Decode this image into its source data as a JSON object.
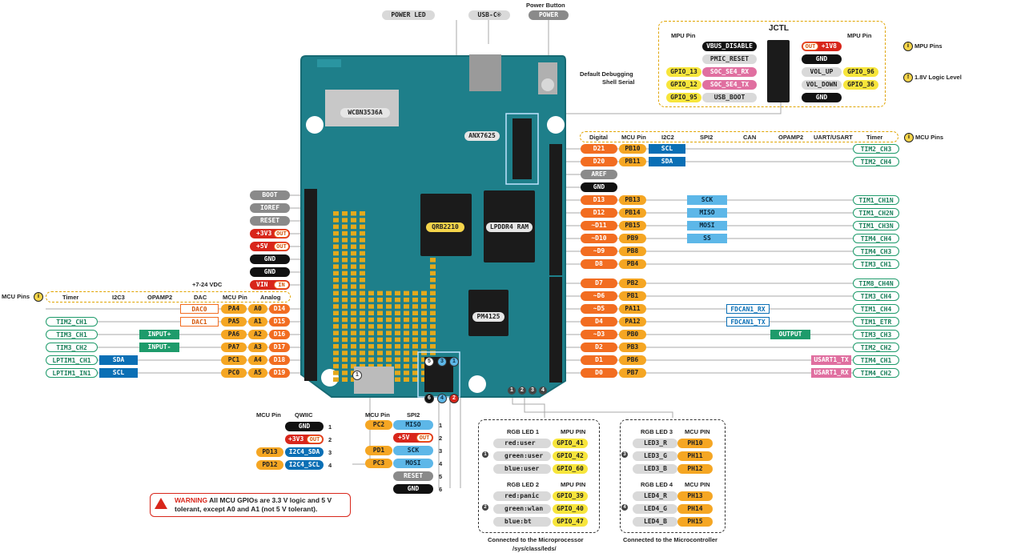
{
  "top": {
    "power_led": "POWER LED",
    "usb_c": "USB-C®",
    "power_button_title": "Power Button",
    "power": "POWER"
  },
  "jctl": {
    "title": "JCTL",
    "mpu_pin_left": "MPU Pin",
    "mpu_pin_right": "MPU Pin",
    "debug_label_1": "Default Debugging",
    "debug_label_2": "Shell Serial",
    "left": [
      {
        "pin": "",
        "fn": "VBUS_DISABLE"
      },
      {
        "pin": "",
        "fn": "PMIC_RESET"
      },
      {
        "pin": "GPIO_13",
        "fn": "SOC_SE4_RX"
      },
      {
        "pin": "GPIO_12",
        "fn": "SOC_SE4_TX"
      },
      {
        "pin": "GPIO_95",
        "fn": "USB_BOOT"
      }
    ],
    "right": [
      {
        "fn": "+1V8",
        "out": "OUT",
        "pin": ""
      },
      {
        "fn": "GND",
        "pin": ""
      },
      {
        "fn": "VOL_UP",
        "pin": "GPIO_96"
      },
      {
        "fn": "VOL_DOWN",
        "pin": "GPIO_36"
      },
      {
        "fn": "GND",
        "pin": ""
      }
    ],
    "mpu_pins_legend": "MPU Pins",
    "logic_legend": "1.8V Logic Level"
  },
  "right_header": {
    "cols": [
      "Digital",
      "MCU Pin",
      "I2C2",
      "SPI2",
      "CAN",
      "OPAMP2",
      "UART/USART",
      "Timer"
    ],
    "legend": "MCU Pins"
  },
  "right_rows": [
    {
      "d": "D21",
      "mcu": "PB10",
      "i2c": "SCL",
      "spi": "",
      "can": "",
      "uart": "",
      "opamp": "",
      "tim": "TIM2_CH3"
    },
    {
      "d": "D20",
      "mcu": "PB11",
      "i2c": "SDA",
      "spi": "",
      "can": "",
      "uart": "",
      "opamp": "",
      "tim": "TIM2_CH4"
    },
    {
      "d": "AREF",
      "mcu": "",
      "i2c": "",
      "spi": "",
      "can": "",
      "uart": "",
      "opamp": "",
      "tim": ""
    },
    {
      "d": "GND",
      "mcu": "",
      "i2c": "",
      "spi": "",
      "can": "",
      "uart": "",
      "opamp": "",
      "tim": ""
    },
    {
      "d": "D13",
      "mcu": "PB13",
      "i2c": "",
      "spi": "SCK",
      "can": "",
      "uart": "",
      "opamp": "",
      "tim": "TIM1_CH1N"
    },
    {
      "d": "D12",
      "mcu": "PB14",
      "i2c": "",
      "spi": "MISO",
      "can": "",
      "uart": "",
      "opamp": "",
      "tim": "TIM1_CH2N"
    },
    {
      "d": "~D11",
      "mcu": "PB15",
      "i2c": "",
      "spi": "MOSI",
      "can": "",
      "uart": "",
      "opamp": "",
      "tim": "TIM1_CH3N"
    },
    {
      "d": "~D10",
      "mcu": "PB9",
      "i2c": "",
      "spi": "SS",
      "can": "",
      "uart": "",
      "opamp": "",
      "tim": "TIM4_CH4"
    },
    {
      "d": "~D9",
      "mcu": "PB8",
      "i2c": "",
      "spi": "",
      "can": "",
      "uart": "",
      "opamp": "",
      "tim": "TIM4_CH3"
    },
    {
      "d": "D8",
      "mcu": "PB4",
      "i2c": "",
      "spi": "",
      "can": "",
      "uart": "",
      "opamp": "",
      "tim": "TIM3_CH1"
    },
    {
      "d": "D7",
      "mcu": "PB2",
      "i2c": "",
      "spi": "",
      "can": "",
      "uart": "",
      "opamp": "",
      "tim": "TIM8_CH4N"
    },
    {
      "d": "~D6",
      "mcu": "PB1",
      "i2c": "",
      "spi": "",
      "can": "",
      "uart": "",
      "opamp": "",
      "tim": "TIM3_CH4"
    },
    {
      "d": "~D5",
      "mcu": "PA11",
      "i2c": "",
      "spi": "",
      "can": "FDCAN1_RX",
      "uart": "",
      "opamp": "",
      "tim": "TIM1_CH4"
    },
    {
      "d": "D4",
      "mcu": "PA12",
      "i2c": "",
      "spi": "",
      "can": "FDCAN1_TX",
      "uart": "",
      "opamp": "",
      "tim": "TIM1_ETR"
    },
    {
      "d": "~D3",
      "mcu": "PB0",
      "i2c": "",
      "spi": "",
      "can": "",
      "uart": "",
      "opamp": "OUTPUT",
      "tim": "TIM3_CH3"
    },
    {
      "d": "D2",
      "mcu": "PB3",
      "i2c": "",
      "spi": "",
      "can": "",
      "uart": "",
      "opamp": "",
      "tim": "TIM2_CH2"
    },
    {
      "d": "D1",
      "mcu": "PB6",
      "i2c": "",
      "spi": "",
      "can": "",
      "uart": "USART1_TX",
      "opamp": "",
      "tim": "TIM4_CH1"
    },
    {
      "d": "D0",
      "mcu": "PB7",
      "i2c": "",
      "spi": "",
      "can": "",
      "uart": "USART1_RX",
      "opamp": "",
      "tim": "TIM4_CH2"
    }
  ],
  "left_power": [
    {
      "label": "BOOT",
      "out": ""
    },
    {
      "label": "IOREF",
      "out": ""
    },
    {
      "label": "RESET",
      "out": ""
    },
    {
      "label": "+3V3",
      "out": "OUT"
    },
    {
      "label": "+5V",
      "out": "OUT"
    },
    {
      "label": "GND",
      "out": ""
    },
    {
      "label": "GND",
      "out": ""
    },
    {
      "label": "VIN",
      "out": "IN"
    }
  ],
  "vin_note": "+7-24 VDC",
  "left_header": {
    "legend": "MCU Pins",
    "cols": [
      "Timer",
      "I2C3",
      "OPAMP2",
      "DAC",
      "MCU Pin",
      "Analog"
    ]
  },
  "left_rows": [
    {
      "tim": "",
      "i2c": "",
      "opamp": "",
      "dac": "DAC0",
      "mcu": "PA4",
      "a": "A0",
      "d": "D14"
    },
    {
      "tim": "TIM2_CH1",
      "i2c": "",
      "opamp": "",
      "dac": "DAC1",
      "mcu": "PA5",
      "a": "A1",
      "d": "D15"
    },
    {
      "tim": "TIM3_CH1",
      "i2c": "",
      "opamp": "INPUT+",
      "dac": "",
      "mcu": "PA6",
      "a": "A2",
      "d": "D16"
    },
    {
      "tim": "TIM3_CH2",
      "i2c": "",
      "opamp": "INPUT-",
      "dac": "",
      "mcu": "PA7",
      "a": "A3",
      "d": "D17"
    },
    {
      "tim": "LPTIM1_CH1",
      "i2c": "SDA",
      "opamp": "",
      "dac": "",
      "mcu": "PC1",
      "a": "A4",
      "d": "D18"
    },
    {
      "tim": "LPTIM1_IN1",
      "i2c": "SCL",
      "opamp": "",
      "dac": "",
      "mcu": "PC0",
      "a": "A5",
      "d": "D19"
    }
  ],
  "chips": {
    "wifi": "WCBN3536A",
    "anx": "ANX7625",
    "qrb": "QRB2210",
    "ram": "LPDDR4 RAM",
    "pm": "PM4125"
  },
  "qwiic": {
    "mcu_pin": "MCU Pin",
    "title": "QWIIC",
    "rows": [
      {
        "pin": "",
        "fn": "GND",
        "out": "",
        "n": "1"
      },
      {
        "pin": "",
        "fn": "+3V3",
        "out": "OUT",
        "n": "2"
      },
      {
        "pin": "PD13",
        "fn": "I2C4_SDA",
        "out": "",
        "n": "3"
      },
      {
        "pin": "PD12",
        "fn": "I2C4_SCL",
        "out": "",
        "n": "4"
      }
    ]
  },
  "spi": {
    "mcu_pin": "MCU Pin",
    "title": "SPI2",
    "rows": [
      {
        "pin": "PC2",
        "fn": "MISO",
        "out": "",
        "n": "1"
      },
      {
        "pin": "",
        "fn": "+5V",
        "out": "OUT",
        "n": "2"
      },
      {
        "pin": "PD1",
        "fn": "SCK",
        "out": "",
        "n": "3"
      },
      {
        "pin": "PC3",
        "fn": "MOSI",
        "out": "",
        "n": "4"
      },
      {
        "pin": "",
        "fn": "RESET",
        "out": "",
        "n": "5"
      },
      {
        "pin": "",
        "fn": "GND",
        "out": "",
        "n": "6"
      }
    ]
  },
  "rgb_mpu": {
    "led1_title": "RGB LED 1",
    "led2_title": "RGB LED 2",
    "pin_title": "MPU PIN",
    "led1": [
      {
        "name": "red:user",
        "pin": "GPIO_41",
        "color": "#e04848"
      },
      {
        "name": "green:user",
        "pin": "GPIO_42",
        "color": "#2ca060"
      },
      {
        "name": "blue:user",
        "pin": "GPIO_60",
        "color": "#2a6fc0"
      }
    ],
    "led2": [
      {
        "name": "red:panic",
        "pin": "GPIO_39",
        "color": "#e04848"
      },
      {
        "name": "green:wlan",
        "pin": "GPIO_40",
        "color": "#2ca060"
      },
      {
        "name": "blue:bt",
        "pin": "GPIO_47",
        "color": "#2a6fc0"
      }
    ],
    "footer_1": "Connected to the Microprocessor",
    "footer_2": "/sys/class/leds/"
  },
  "rgb_mcu": {
    "led3_title": "RGB LED 3",
    "led4_title": "RGB LED 4",
    "pin_title": "MCU PIN",
    "led3": [
      {
        "name": "LED3_R",
        "pin": "PH10",
        "color": "#e04848"
      },
      {
        "name": "LED3_G",
        "pin": "PH11",
        "color": "#2ca060"
      },
      {
        "name": "LED3_B",
        "pin": "PH12",
        "color": "#2a6fc0"
      }
    ],
    "led4": [
      {
        "name": "LED4_R",
        "pin": "PH13",
        "color": "#e04848"
      },
      {
        "name": "LED4_G",
        "pin": "PH14",
        "color": "#2ca060"
      },
      {
        "name": "LED4_B",
        "pin": "PH15",
        "color": "#2a6fc0"
      }
    ],
    "footer": "Connected to the Microcontroller"
  },
  "warning": {
    "strong": "WARNING",
    "text_1": " All MCU GPIOs are 3.3 V logic and 5 V",
    "text_2": "tolerant, except A0 and A1 (not 5 V tolerant)."
  },
  "header_nums": [
    "1",
    "2",
    "3",
    "4"
  ],
  "spi_nums": [
    "5",
    "3",
    "1",
    "6",
    "4",
    "2"
  ]
}
